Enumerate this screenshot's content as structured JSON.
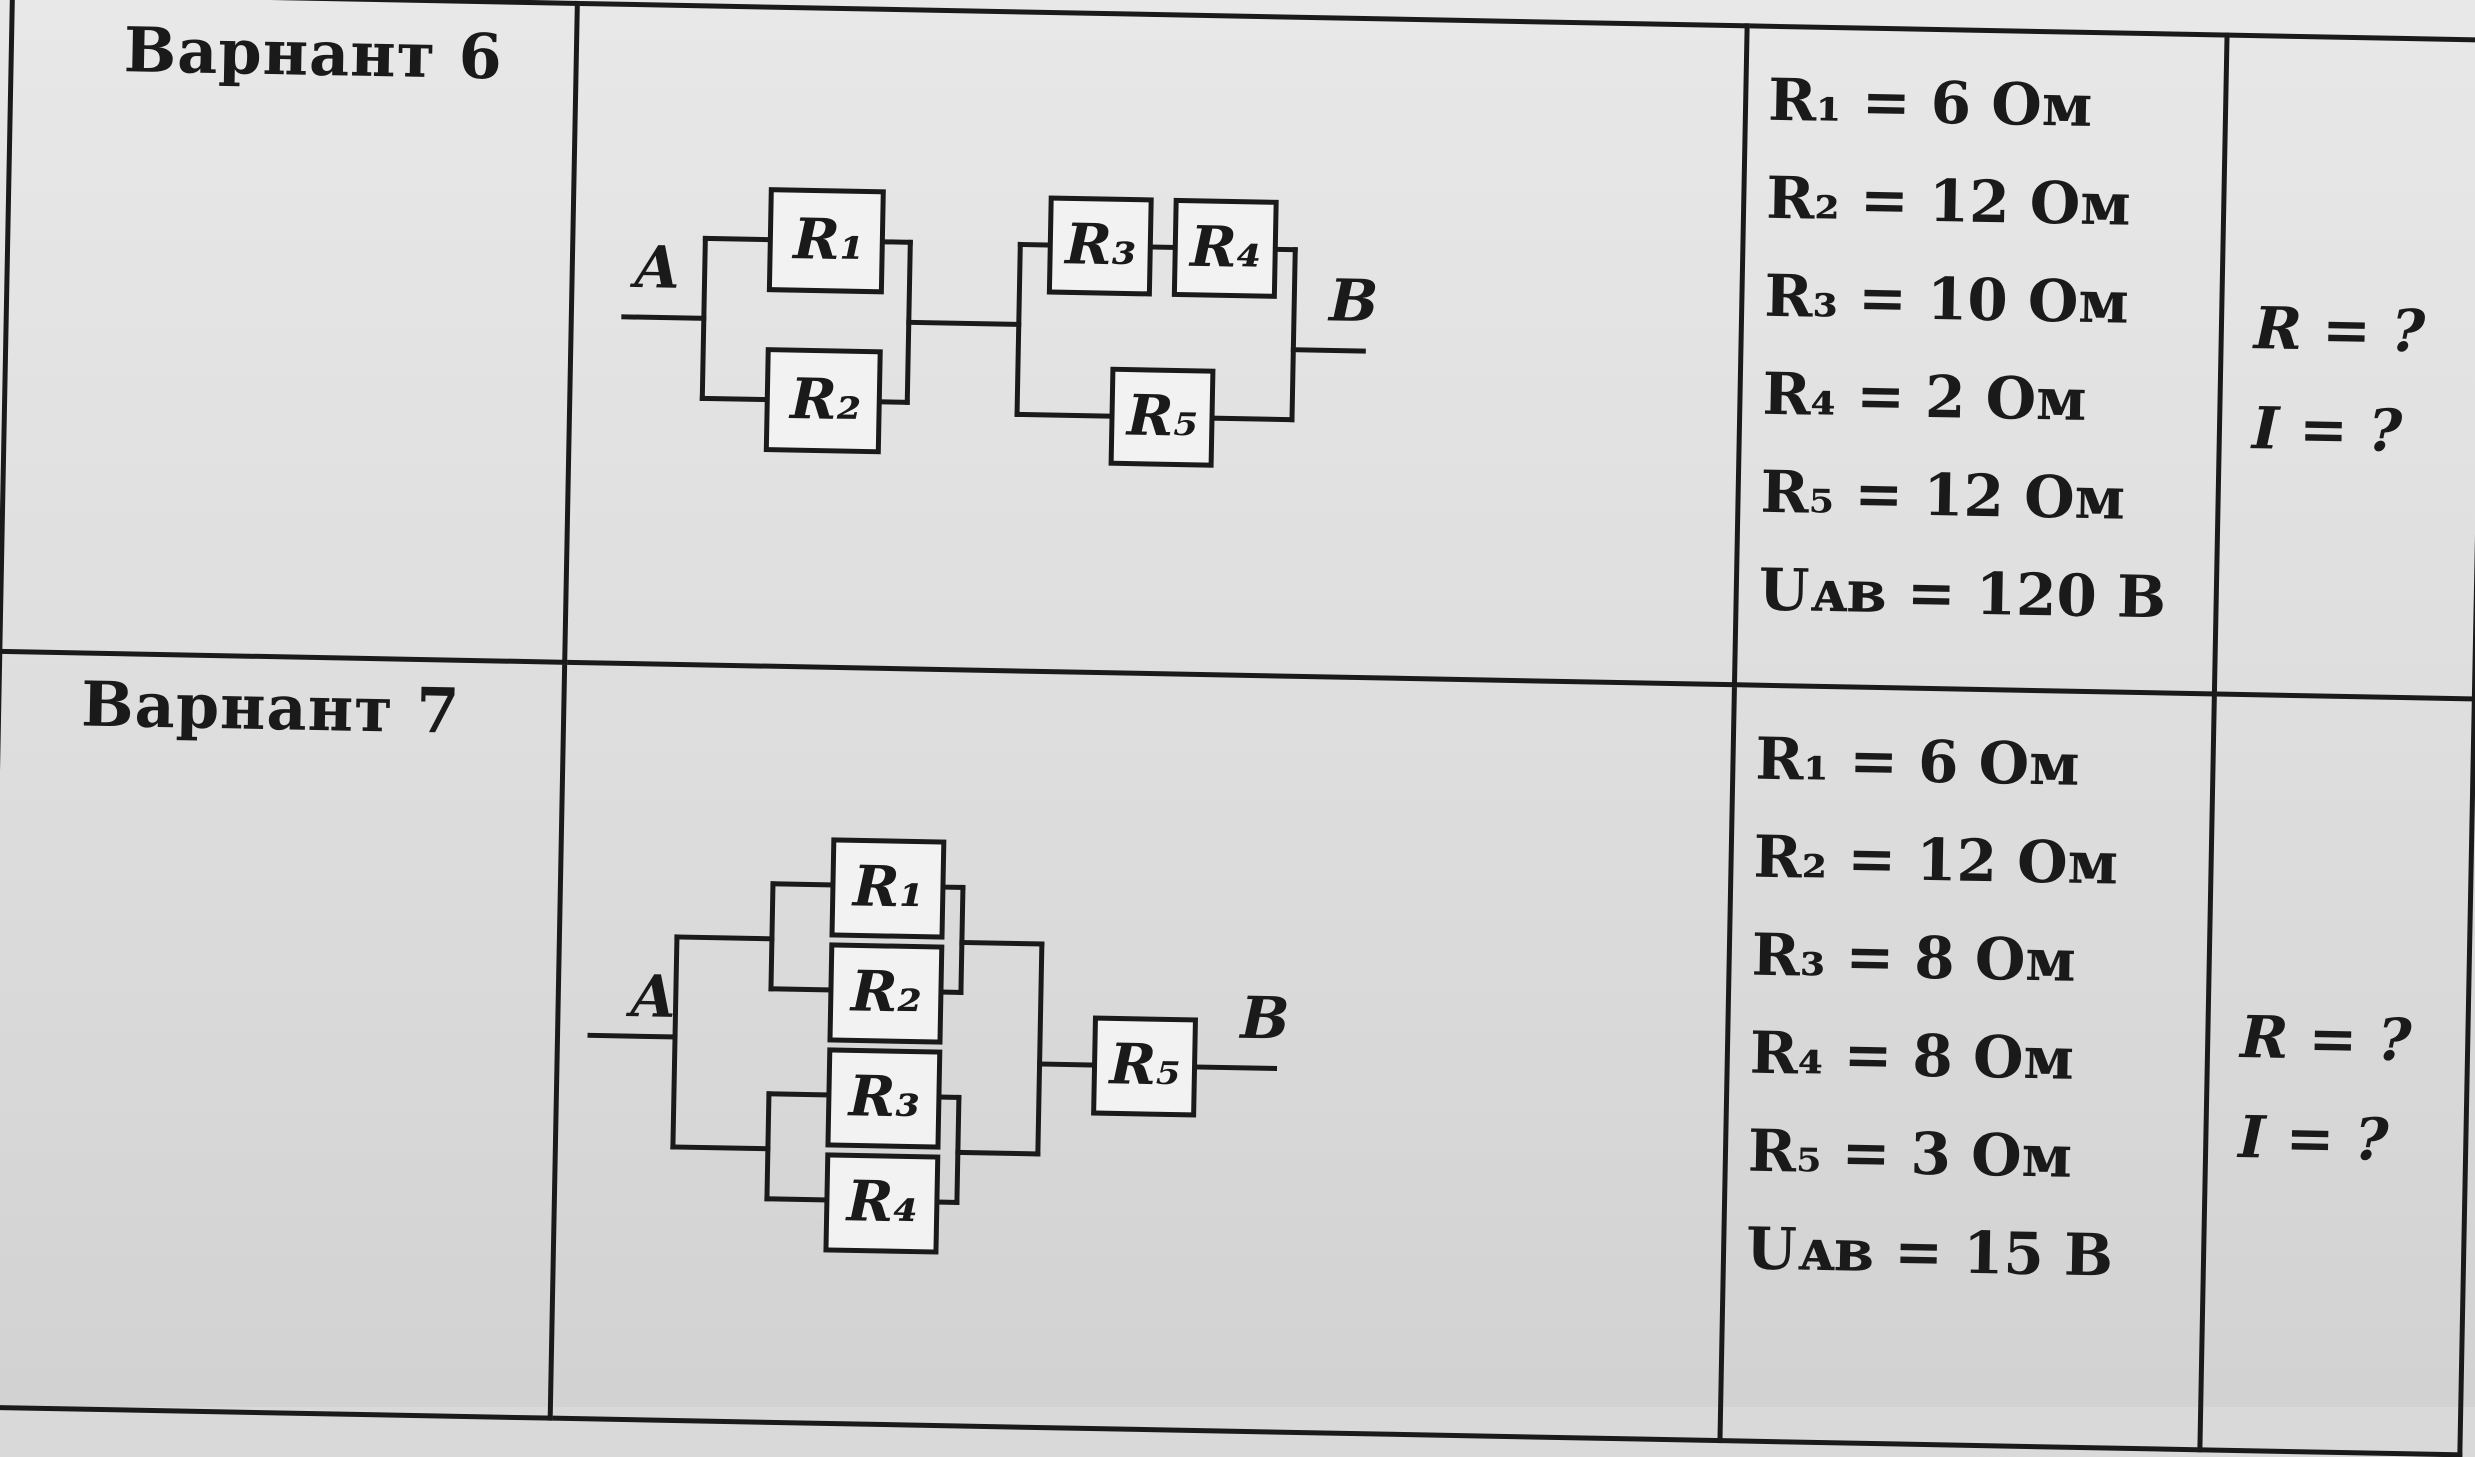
{
  "variants": [
    {
      "title": "Варнант 6",
      "node_a": "A",
      "node_b": "B",
      "resistors": [
        "R₁",
        "R₂",
        "R₃",
        "R₄",
        "R₅"
      ],
      "given": [
        "R₁ = 6 Ом",
        "R₂ = 12 Ом",
        "R₃ = 10 Ом",
        "R₄ = 2 Ом",
        "R₅ = 12 Ом",
        "Uᴀʙ = 120 В"
      ],
      "find": [
        "R = ?",
        "I = ?"
      ]
    },
    {
      "title": "Варнант 7",
      "node_a": "A",
      "node_b": "B",
      "resistors": [
        "R₁",
        "R₂",
        "R₃",
        "R₄",
        "R₅"
      ],
      "given": [
        "R₁ = 6 Ом",
        "R₂ = 12 Ом",
        "R₃ = 8 Ом",
        "R₄ = 8 Ом",
        "R₅ = 3 Ом",
        "Uᴀʙ = 15 В"
      ],
      "find": [
        "R = ?",
        "I = ?"
      ]
    }
  ]
}
